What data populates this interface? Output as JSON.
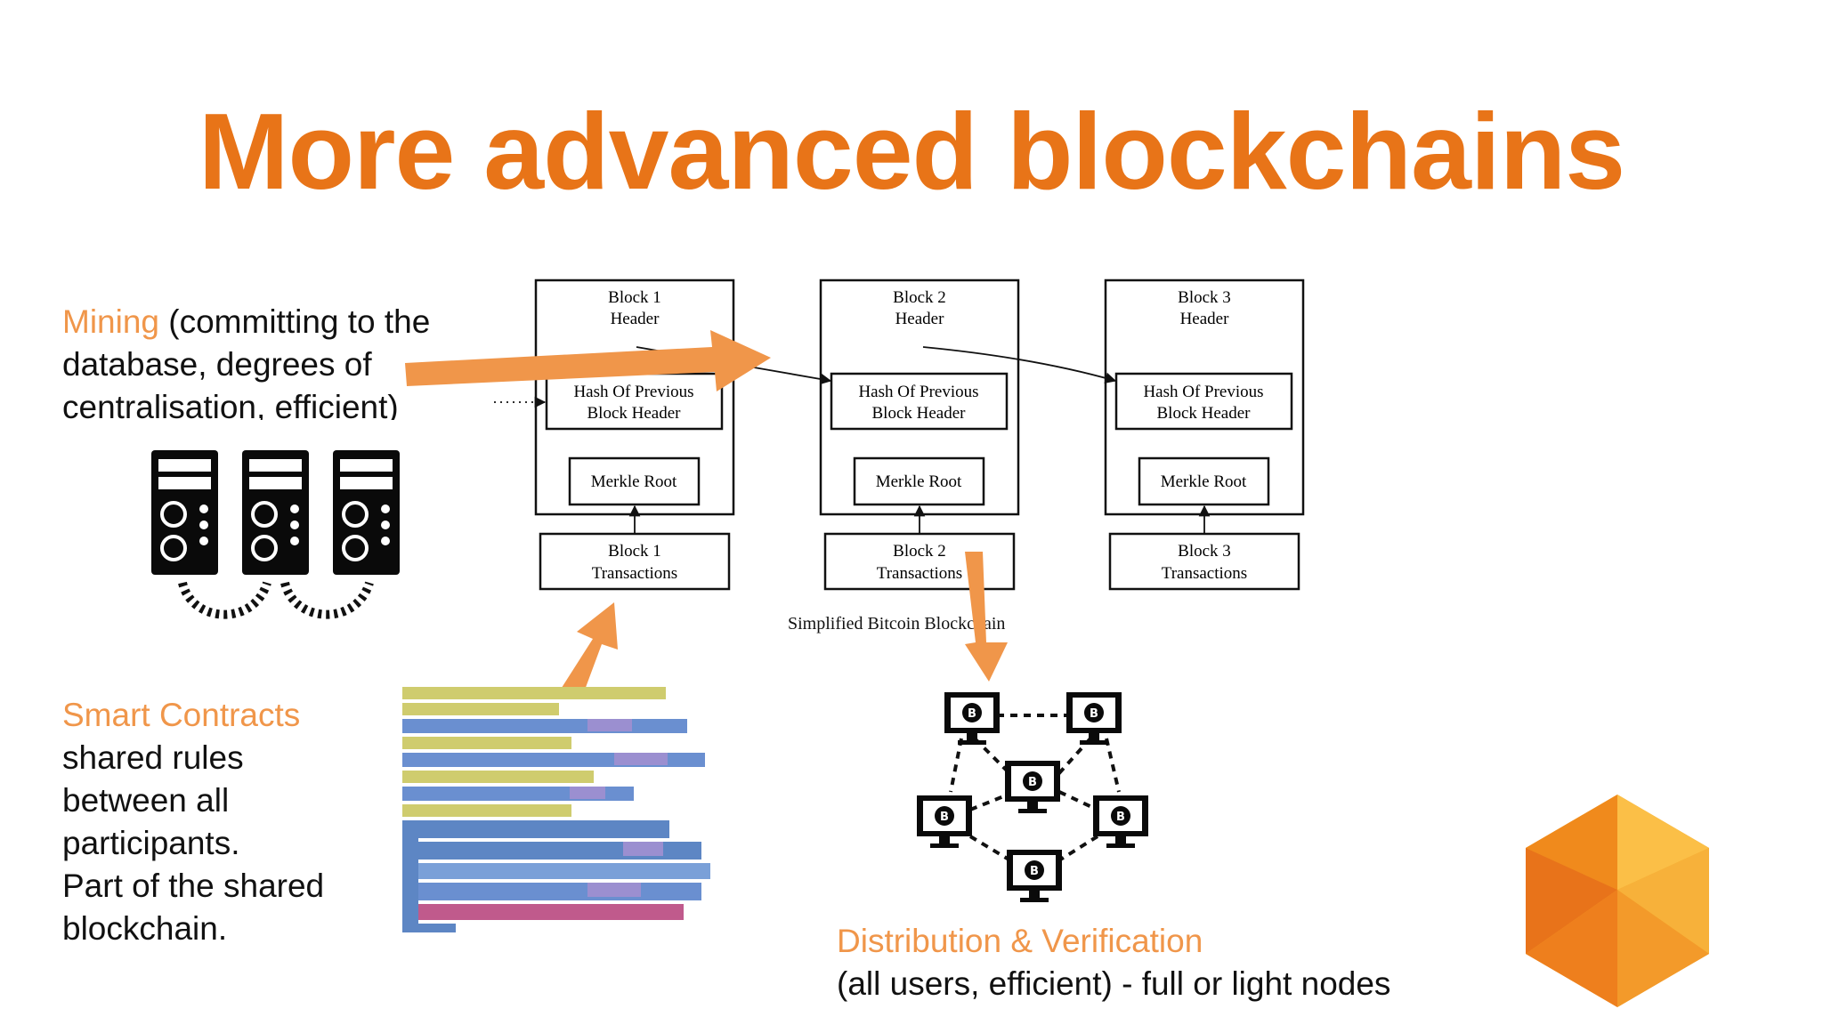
{
  "title": "More advanced blockchains",
  "mining": {
    "highlight": "Mining",
    "rest": " (committing to the database, degrees of centralisation, efficient)"
  },
  "smart_contracts": {
    "highlight": "Smart Contracts",
    "lines": [
      "shared rules",
      "between all",
      "participants.",
      "Part of the shared",
      "blockchain."
    ]
  },
  "distribution": {
    "highlight": "Distribution & Verification",
    "line": "(all users, efficient) - full or light nodes"
  },
  "blocks": [
    {
      "header": [
        "Block 1",
        "Header"
      ],
      "hash": [
        "Hash Of Previous",
        "Block Header"
      ],
      "merkle": "Merkle Root",
      "tx": [
        "Block 1",
        "Transactions"
      ]
    },
    {
      "header": [
        "Block 2",
        "Header"
      ],
      "hash": [
        "Hash Of Previous",
        "Block Header"
      ],
      "merkle": "Merkle Root",
      "tx": [
        "Block 2",
        "Transactions"
      ]
    },
    {
      "header": [
        "Block 3",
        "Header"
      ],
      "hash": [
        "Hash Of Previous",
        "Block Header"
      ],
      "merkle": "Merkle Root",
      "tx": [
        "Block 3",
        "Transactions"
      ]
    }
  ],
  "diagram_caption": "Simplified Bitcoin Blockchain",
  "node_symbol": "B",
  "colors": {
    "accent": "#e87418",
    "arrow": "#f0964a",
    "ink": "#111111"
  }
}
